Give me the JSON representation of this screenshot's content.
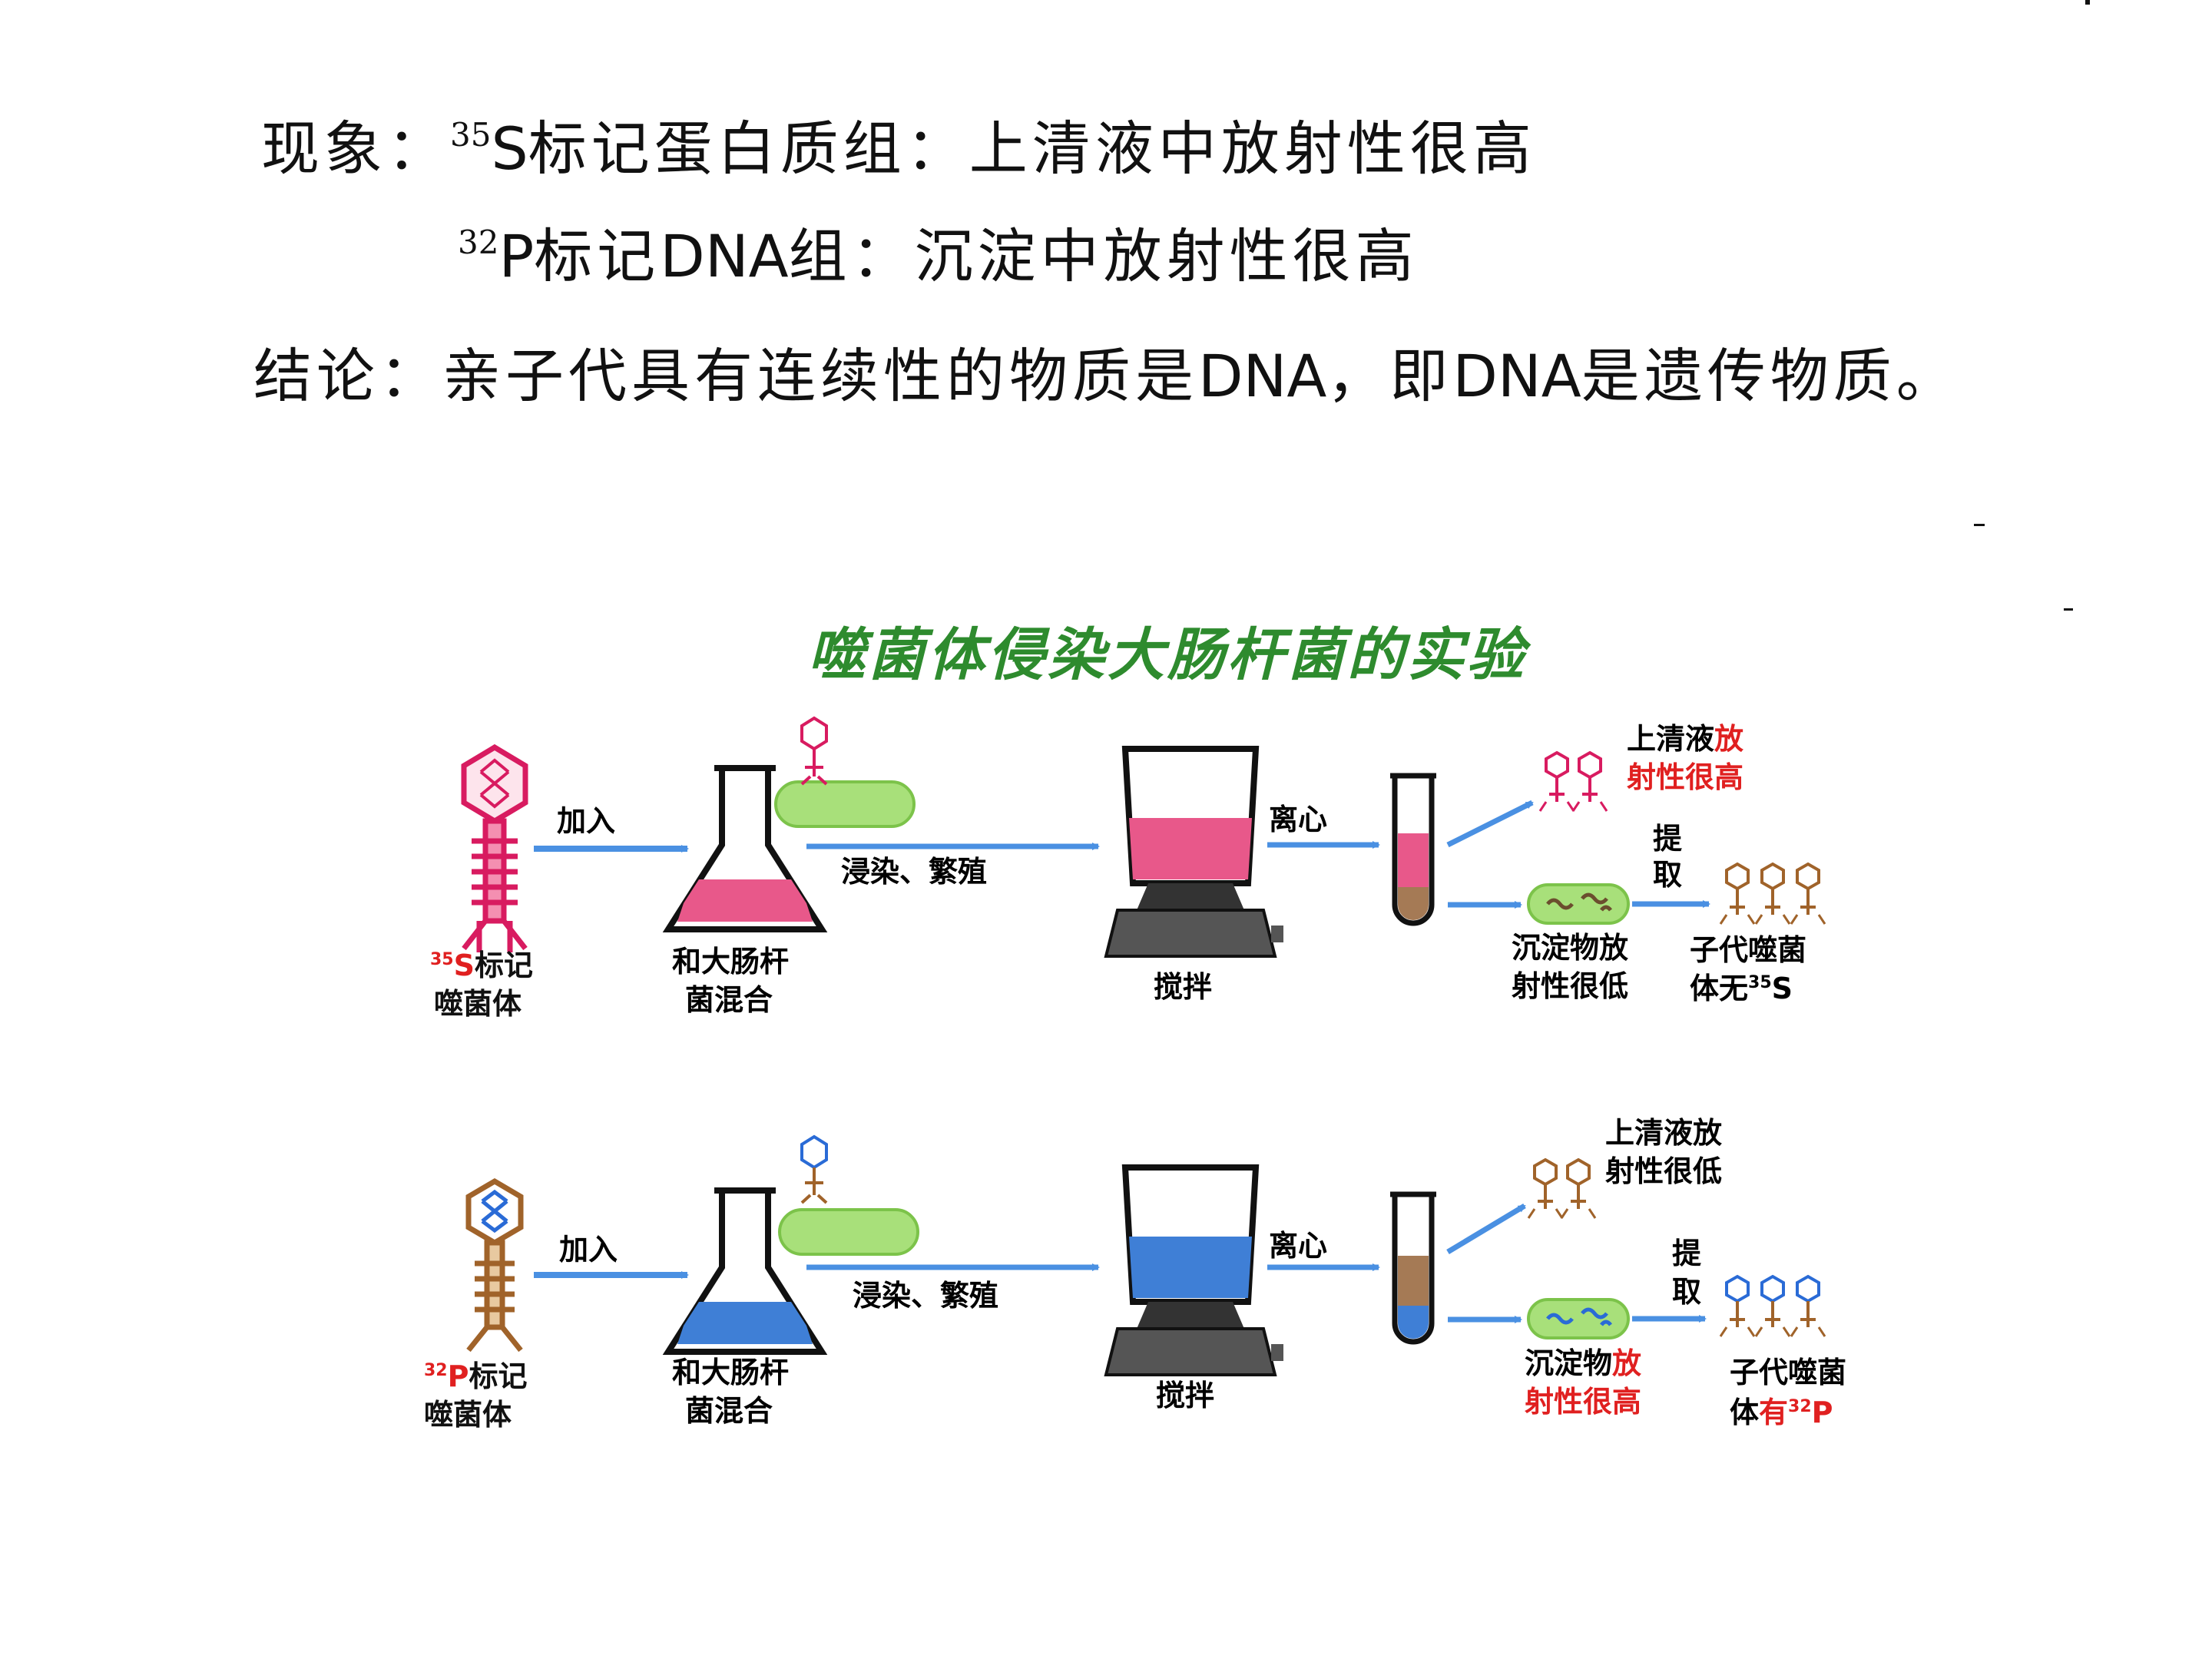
{
  "text": {
    "line1_prefix": "现象：",
    "line1_sup": "35",
    "line1_elem": "S",
    "line1_rest": "标记蛋白质组：上清液中放射性很高",
    "line2_sup": "32",
    "line2_elem": "P",
    "line2_a": "标记",
    "line2_dna": "DNA",
    "line2_rest": "组：沉淀中放射性很高",
    "line3_prefix": "结论：",
    "line3_a": "亲子代具有连续性的物质是",
    "line3_dna1": "DNA",
    "line3_b": "，即",
    "line3_dna2": "DNA",
    "line3_c": "是遗传物质。"
  },
  "diagram": {
    "title": "噬菌体侵染大肠杆菌的实验",
    "add": "加入",
    "infect": "浸染、繁殖",
    "stir": "搅拌",
    "centrifuge": "离心",
    "extract1": "提",
    "extract2": "取",
    "mix1": "和大肠杆",
    "mix2": "菌混合",
    "row1": {
      "label_sup": "35",
      "label_elem": "S",
      "label_rest": "标记",
      "label2": "噬菌体",
      "super1": "上清液",
      "super1_red": "放",
      "super2": "射性很高",
      "sed1": "沉淀物放",
      "sed2": "射性很低",
      "prog1": "子代噬菌",
      "prog2": "体无",
      "prog_sup": "35",
      "prog_elem": "S"
    },
    "row2": {
      "label_sup": "32",
      "label_elem": "P",
      "label_rest": "标记",
      "label2": "噬菌体",
      "super1": "上清液放",
      "super2": "射性很低",
      "sed1": "沉淀物",
      "sed1_red": "放",
      "sed2": "射性很高",
      "prog1": "子代噬菌",
      "prog2": "体",
      "prog2_red": "有",
      "prog_sup": "32",
      "prog_elem": "P"
    }
  },
  "colors": {
    "title_green": "#2e8b2e",
    "arrow_blue": "#4a90e2",
    "pink_liquid": "#e8588a",
    "blue_liquid": "#3f7fd6",
    "bacteria_green": "#a8e07a",
    "label_red": "#e02020",
    "sediment_brown": "#a57a55"
  },
  "icons": [
    "phage-icon",
    "flask-icon",
    "blender-icon",
    "test-tube-icon",
    "bacterium-icon",
    "arrow-icon"
  ]
}
